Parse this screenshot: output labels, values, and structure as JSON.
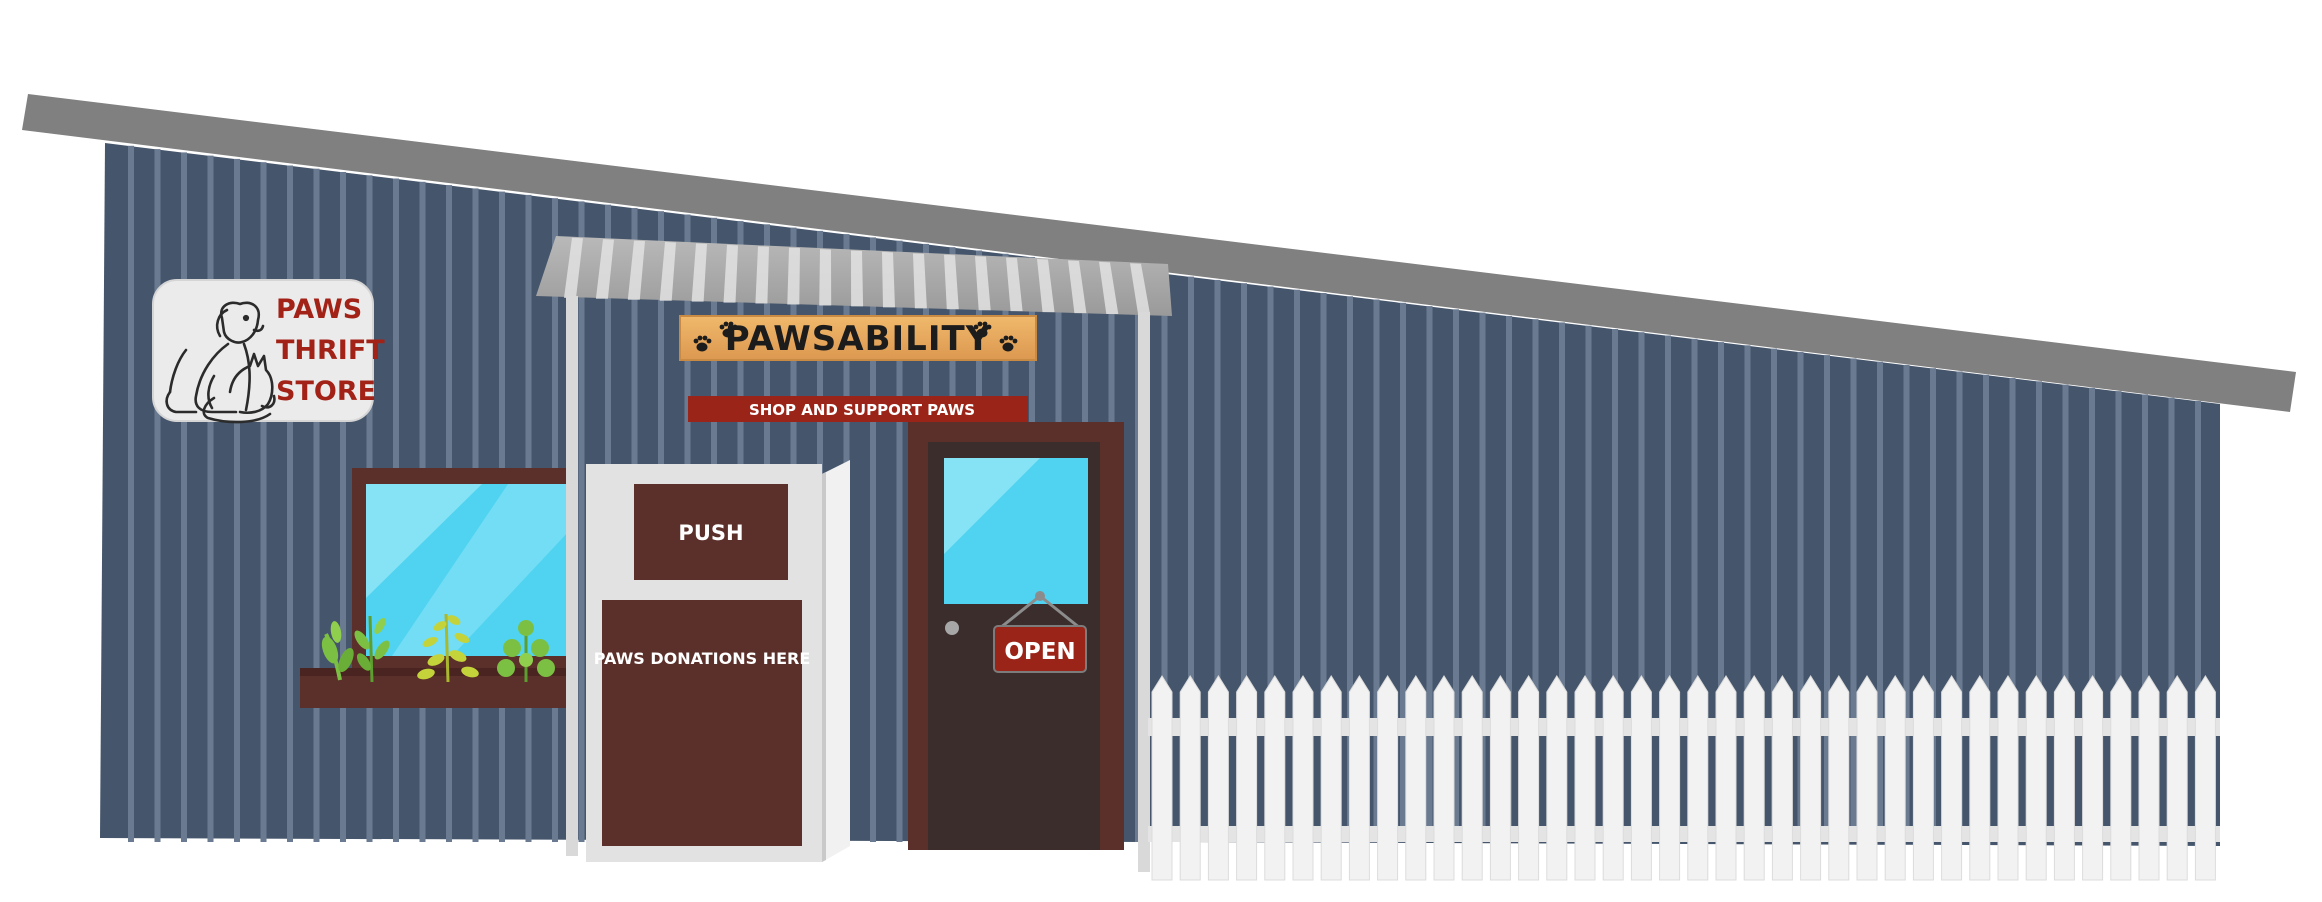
{
  "store_sign": {
    "line1": "PAWS",
    "line2": "THRIFT",
    "line3": "STORE"
  },
  "banner": {
    "title": "PAWSABILITY"
  },
  "sub_banner": {
    "text": "SHOP  AND  SUPPORT  PAWS"
  },
  "donation_box": {
    "push_label": "PUSH",
    "donation_label": "PAWS  DONATIONS  HERE"
  },
  "door": {
    "open_sign": "OPEN"
  },
  "colors": {
    "wall": "#45556b",
    "wall_stripe": "#6a7a90",
    "roof": "#818181",
    "awning": "#a4a4a4",
    "window_glass": "#4fd3f0",
    "window_glass_light": "#86e3f6",
    "wood_dark": "#5b2f2a",
    "door_dark": "#3a2d2c",
    "banner_gold": "#e7a85e",
    "sign_red": "#9b2418",
    "sign_text_red": "#a32217",
    "fence": "#f2f2f2",
    "plant_green": "#7cc043",
    "plant_yellow": "#c4d33a"
  },
  "icons": {
    "store_logo": "dog-and-cat-outline-icon",
    "banner_decor": "paw-print-icon"
  }
}
